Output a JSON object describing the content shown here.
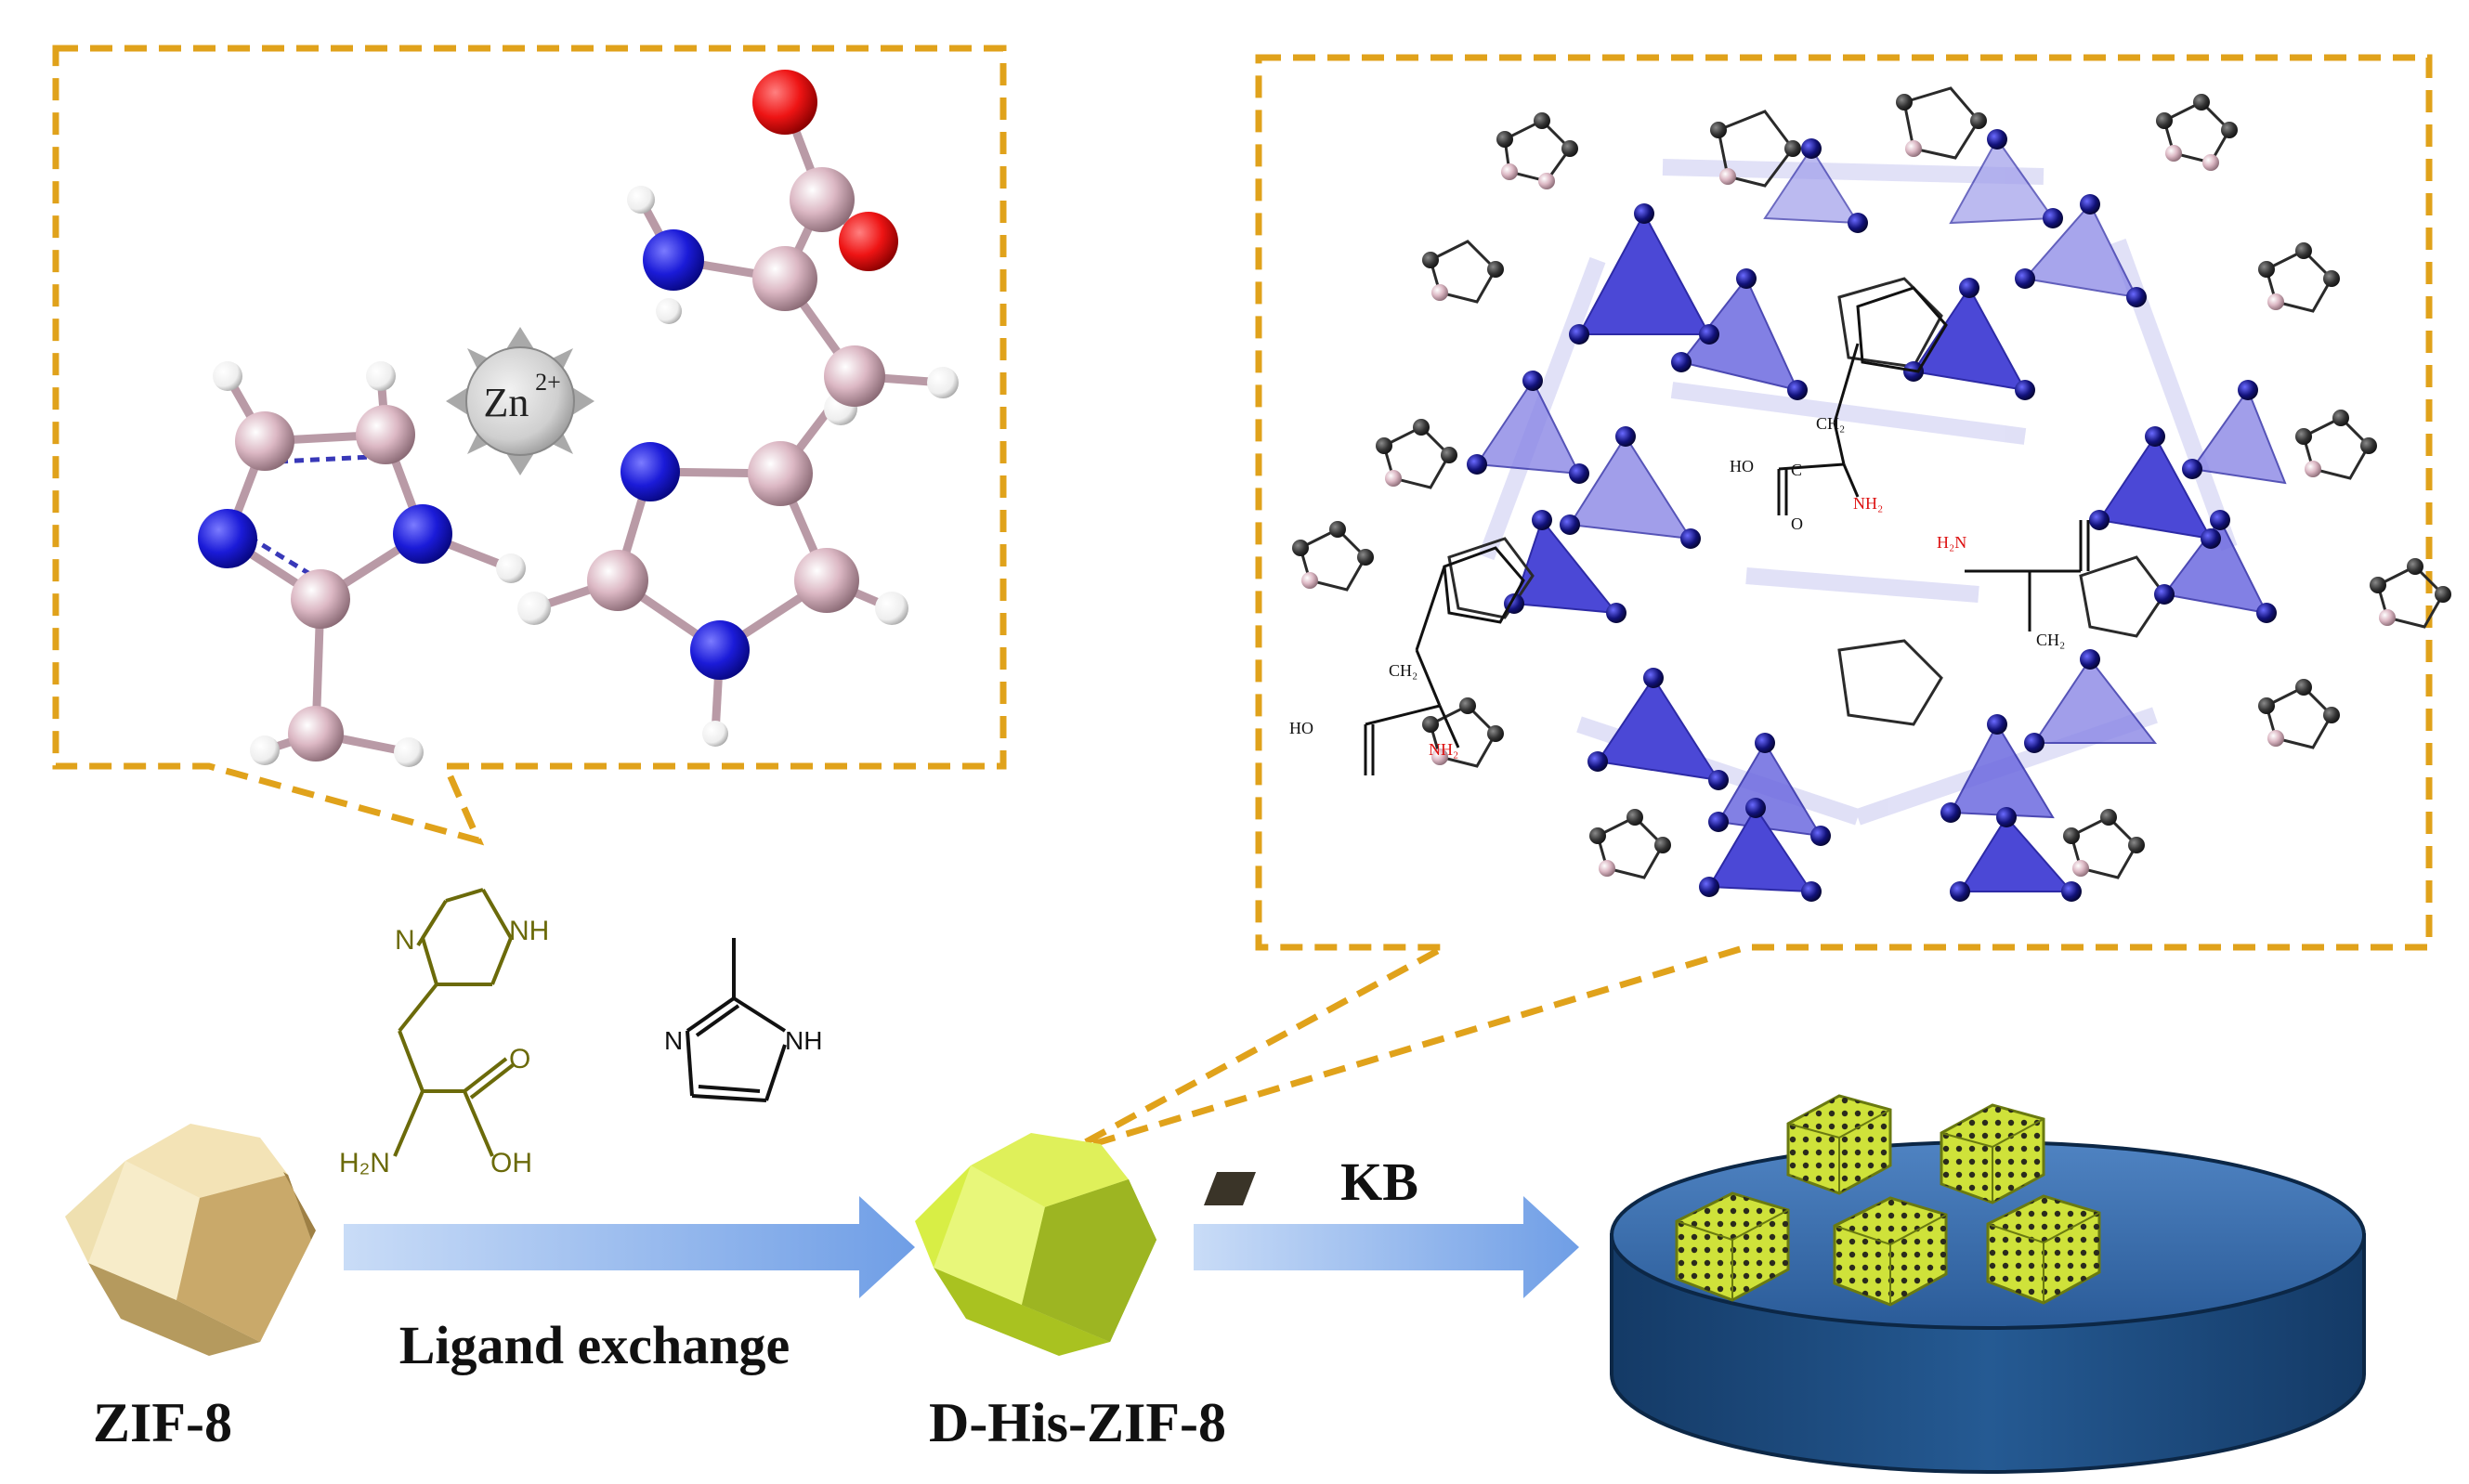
{
  "labels": {
    "start_material": "ZIF-8",
    "step1": "Ligand exchange",
    "intermediate": "D-His-ZIF-8",
    "step2_reagent": "KB"
  },
  "zoom_left": {
    "metal_ion": "Zn",
    "metal_charge": "2+"
  },
  "zoom_right": {
    "ligand_text": {
      "ch2": "CH₂",
      "cooh": "HO",
      "carbonyl_c": "C",
      "carbonyl_o": "O",
      "amine": "NH₂",
      "h2n": "H₂N"
    }
  },
  "structures": {
    "histidine": {
      "nh": "NH",
      "n": "N",
      "h2n": "H₂N",
      "o": "O",
      "oh": "OH"
    },
    "methylimidazole": {
      "n": "N",
      "nh": "NH"
    }
  },
  "colors": {
    "dash_orange": "#E0A21B",
    "arrow_blue": "#7FA8E8",
    "zif8_tan": "#E8D29A",
    "dhis_green": "#C9E23A",
    "tetra_blue": "#4B48D6",
    "disk_blue": "#264D82",
    "oxygen_red": "#E5191B",
    "nitrogen_blue": "#1A1AD6",
    "carbon_pink": "#D9B2BE",
    "histidine_olive": "#6B6A0A"
  }
}
